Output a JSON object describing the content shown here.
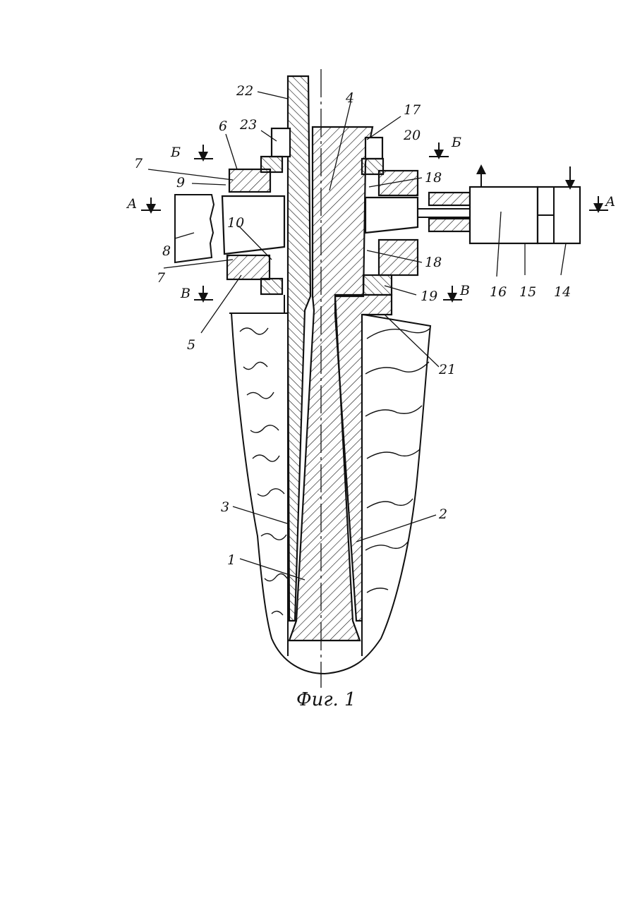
{
  "figure": {
    "caption": "Фиг. 1",
    "section_marks": {
      "a": "А",
      "b": "Б",
      "v": "В"
    },
    "labels": {
      "n1": "1",
      "n2": "2",
      "n3": "3",
      "n4": "4",
      "n5": "5",
      "n6": "6",
      "n7": "7",
      "n8": "8",
      "n9": "9",
      "n10": "10",
      "n14": "14",
      "n15": "15",
      "n16": "16",
      "n17": "17",
      "n18": "18",
      "n19": "19",
      "n20": "20",
      "n21": "21",
      "n22": "22",
      "n23": "23"
    }
  }
}
